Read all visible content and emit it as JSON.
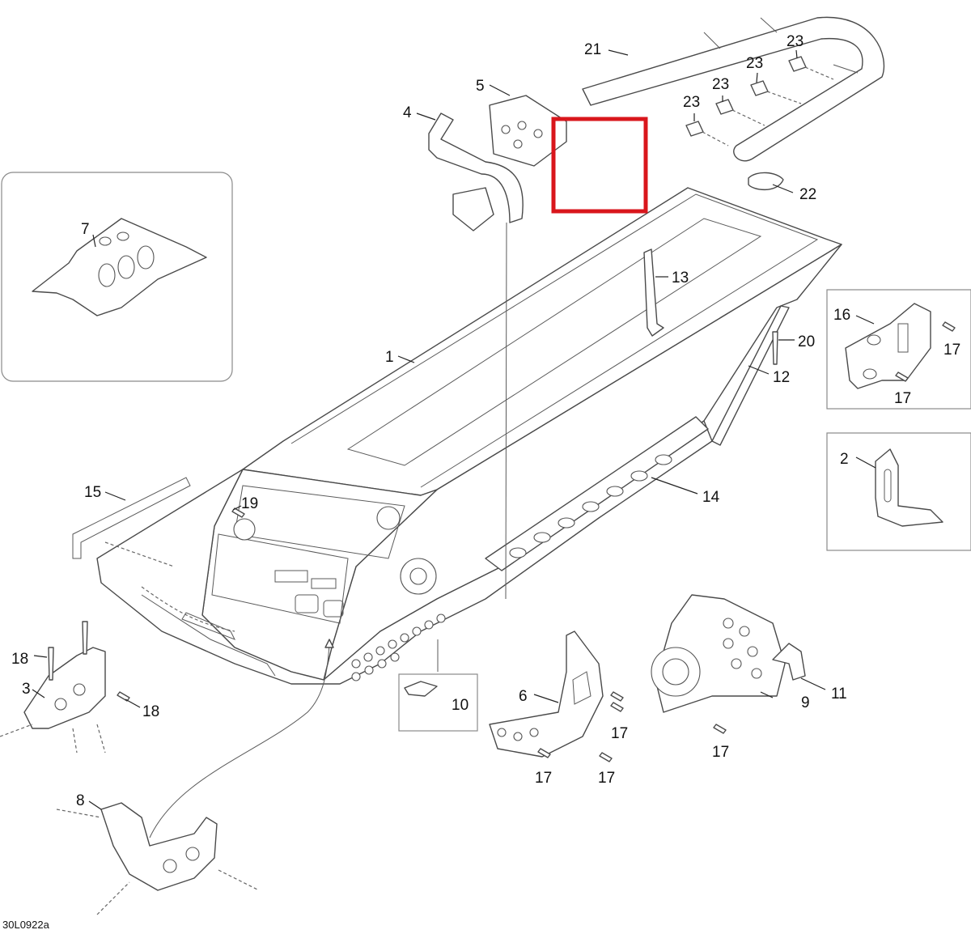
{
  "drawing": {
    "reference_code": "30L0922a",
    "highlight_color": "#d9161c"
  },
  "callouts": [
    {
      "id": "c1",
      "label": "1"
    },
    {
      "id": "c2",
      "label": "2"
    },
    {
      "id": "c3",
      "label": "3"
    },
    {
      "id": "c4",
      "label": "4"
    },
    {
      "id": "c5",
      "label": "5"
    },
    {
      "id": "c6",
      "label": "6"
    },
    {
      "id": "c7",
      "label": "7"
    },
    {
      "id": "c8",
      "label": "8"
    },
    {
      "id": "c9",
      "label": "9"
    },
    {
      "id": "c10",
      "label": "10"
    },
    {
      "id": "c11",
      "label": "11"
    },
    {
      "id": "c12",
      "label": "12"
    },
    {
      "id": "c13",
      "label": "13"
    },
    {
      "id": "c14",
      "label": "14"
    },
    {
      "id": "c15",
      "label": "15"
    },
    {
      "id": "c16",
      "label": "16"
    },
    {
      "id": "c17a",
      "label": "17"
    },
    {
      "id": "c17b",
      "label": "17"
    },
    {
      "id": "c17c",
      "label": "17"
    },
    {
      "id": "c17d",
      "label": "17"
    },
    {
      "id": "c17e",
      "label": "17"
    },
    {
      "id": "c17f",
      "label": "17"
    },
    {
      "id": "c17g",
      "label": "17"
    },
    {
      "id": "c18a",
      "label": "18"
    },
    {
      "id": "c18b",
      "label": "18"
    },
    {
      "id": "c19",
      "label": "19"
    },
    {
      "id": "c20",
      "label": "20"
    },
    {
      "id": "c21",
      "label": "21"
    },
    {
      "id": "c22",
      "label": "22"
    },
    {
      "id": "c23a",
      "label": "23"
    },
    {
      "id": "c23b",
      "label": "23"
    },
    {
      "id": "c23c",
      "label": "23"
    },
    {
      "id": "c23d",
      "label": "23"
    }
  ]
}
